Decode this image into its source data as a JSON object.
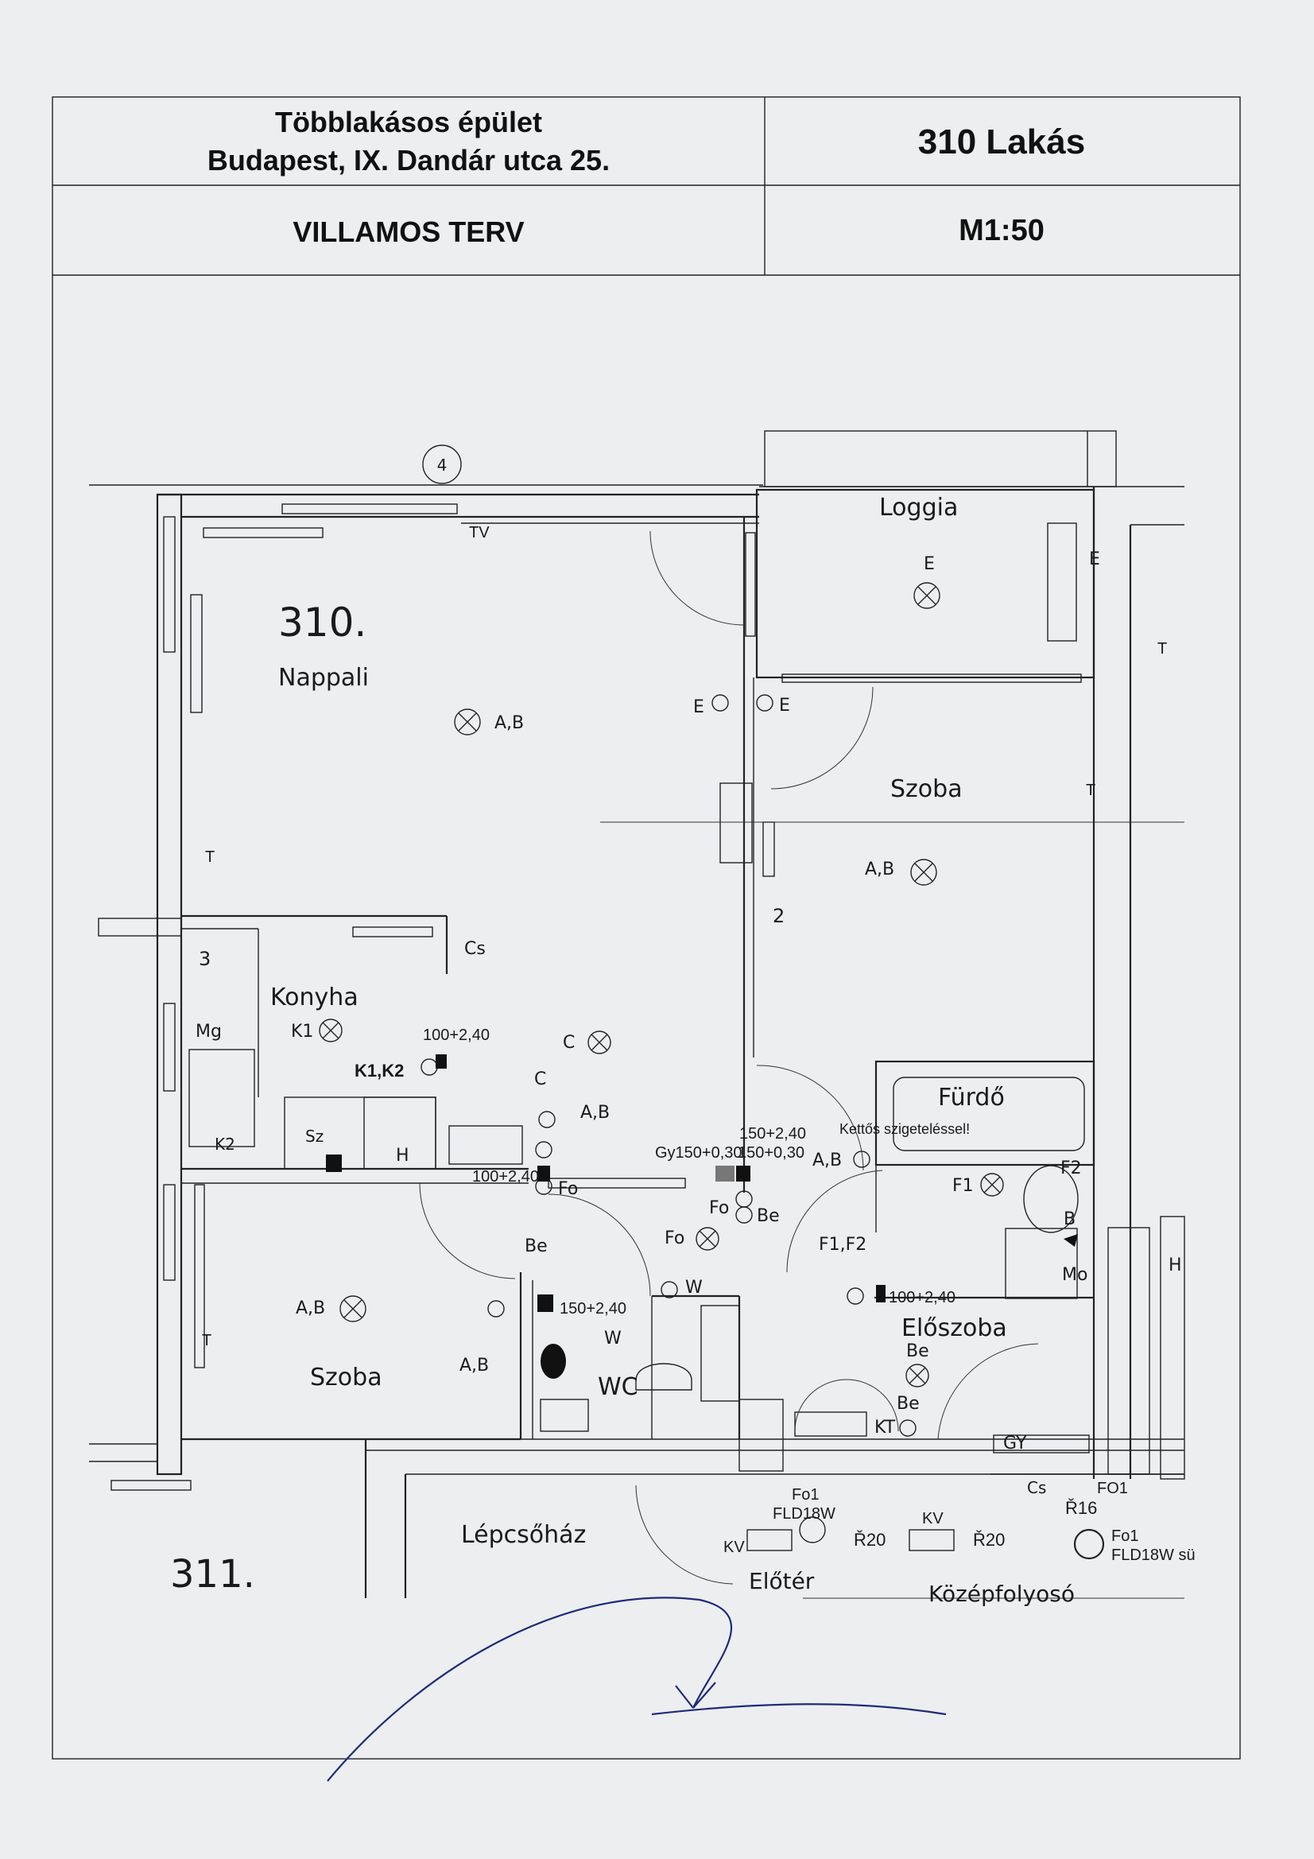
{
  "title_block": {
    "building_line1": "Többlakásos épület",
    "building_line2": "Budapest, IX. Dandár utca 25.",
    "apartment": "310 Lakás",
    "plan_type": "VILLAMOS TERV",
    "scale": "M1:50"
  },
  "axis_marker": "4",
  "rooms": {
    "number_310": "310.",
    "nappali": "Nappali",
    "loggia": "Loggia",
    "szoba_right": "Szoba",
    "konyha": "Konyha",
    "furdo": "Fürdő",
    "szoba_left": "Szoba",
    "wc": "WC",
    "eloszoba": "Előszoba",
    "lepcsohaz": "Lépcsőház",
    "number_311": "311.",
    "eloter": "Előtér",
    "kozepfolyoso": "Középfolyosó"
  },
  "labels": {
    "E": "E",
    "AB": "A,B",
    "C": "C",
    "K1": "K1",
    "K1K2": "K1,K2",
    "K2": "K2",
    "Cs": "Cs",
    "Mg": "Mg",
    "H": "H",
    "Sz": "Sz",
    "Fo": "Fo",
    "Be": "Be",
    "W": "W",
    "F1": "F1",
    "F2": "F2",
    "F1F2": "F1,F2",
    "B": "B",
    "Mo": "Mo",
    "KT": "KT",
    "GY": "GY",
    "KV": "KV",
    "R16": "Ř16",
    "R20": "Ř20",
    "Fo1": "Fo1",
    "FLD18W": "FLD18W",
    "FLD18W_su": "FLD18W sü",
    "FO1": "FO1",
    "TV": "TV",
    "T": "T",
    "num2": "2",
    "num3": "3",
    "h100_240_a": "100+2,40",
    "h100_240_b": "100+2,40",
    "h100_240_c": "100+2,40",
    "h150_240_a": "150+2,40",
    "h150_240_b": "150+2,40",
    "gy150": "Gy150+0,30",
    "h150_030": "150+0,30",
    "kettos": "Kettős szigeteléssel!"
  }
}
